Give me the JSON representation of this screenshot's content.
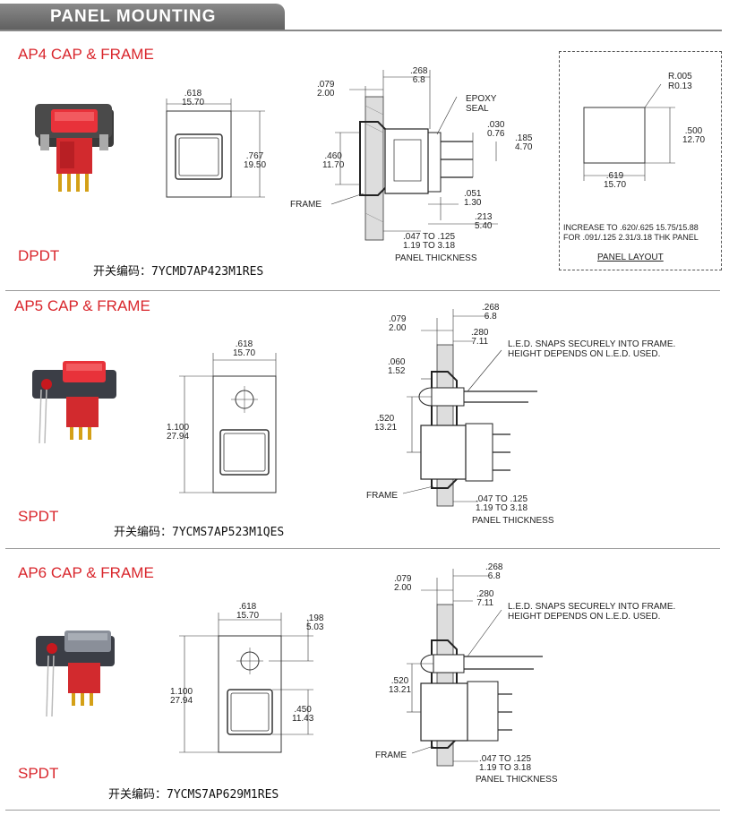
{
  "header": {
    "title": "PANEL MOUNTING"
  },
  "sections": [
    {
      "title": "AP4 CAP & FRAME",
      "pole": "DPDT",
      "code_label": "开关编码：",
      "code": "7YCMD7AP423M1RES",
      "front": {
        "width": ".618",
        "width_mm": "15.70",
        "height": ".767",
        "height_mm": "19.50"
      },
      "side": {
        "d079": ".079",
        "d079_mm": "2.00",
        "d268": ".268",
        "d268_mm": "6.8",
        "epoxy": "EPOXY",
        "seal": "SEAL",
        "d030": ".030",
        "d030_mm": "0.76",
        "d185": ".185",
        "d185_mm": "4.70",
        "d460": ".460",
        "d460_mm": "11.70",
        "d051": ".051",
        "d051_mm": "1.30",
        "d213": ".213",
        "d213_mm": "5.40",
        "frame": "FRAME",
        "thick": ".047 TO .125",
        "thick_mm": "1.19 TO 3.18",
        "panel_thickness": "PANEL THICKNESS"
      },
      "layout": {
        "r": "R.005",
        "r_mm": "R0.13",
        "h": ".500",
        "h_mm": "12.70",
        "w": ".619",
        "w_mm": "15.70",
        "note1": "INCREASE TO .620/.625  15.75/15.88",
        "note2": "FOR .091/.125  2.31/3.18 THK PANEL",
        "title": "PANEL LAYOUT"
      }
    },
    {
      "title": "AP5 CAP & FRAME",
      "pole": "SPDT",
      "code_label": "开关编码：",
      "code": "7YCMS7AP523M1QES",
      "front": {
        "width": ".618",
        "width_mm": "15.70",
        "height": "1.100",
        "height_mm": "27.94"
      },
      "side": {
        "d079": ".079",
        "d079_mm": "2.00",
        "d268": ".268",
        "d268_mm": "6.8",
        "d280": ".280",
        "d280_mm": "7.11",
        "led1": "L.E.D. SNAPS SECURELY INTO FRAME.",
        "led2": "HEIGHT DEPENDS ON L.E.D. USED.",
        "d060": ".060",
        "d060_mm": "1.52",
        "d520": ".520",
        "d520_mm": "13.21",
        "frame": "FRAME",
        "thick": ".047 TO .125",
        "thick_mm": "1.19 TO 3.18",
        "panel_thickness": "PANEL THICKNESS"
      }
    },
    {
      "title": "AP6 CAP & FRAME",
      "pole": "SPDT",
      "code_label": "开关编码：",
      "code": "7YCMS7AP629M1RES",
      "front": {
        "width": ".618",
        "width_mm": "15.70",
        "height": "1.100",
        "height_mm": "27.94",
        "d198": ".198",
        "d198_mm": "5.03",
        "d450": ".450",
        "d450_mm": "11.43"
      },
      "side": {
        "d079": ".079",
        "d079_mm": "2.00",
        "d268": ".268",
        "d268_mm": "6.8",
        "d280": ".280",
        "d280_mm": "7.11",
        "led1": "L.E.D. SNAPS SECURELY INTO FRAME.",
        "led2": "HEIGHT DEPENDS ON L.E.D. USED.",
        "d520": ".520",
        "d520_mm": "13.21",
        "frame": "FRAME",
        "thick": ".047 TO .125",
        "thick_mm": "1.19 TO 3.18",
        "panel_thickness": "PANEL THICKNESS"
      }
    }
  ],
  "colors": {
    "accent": "#d9262c",
    "header_bg": "#6f6f6f"
  }
}
